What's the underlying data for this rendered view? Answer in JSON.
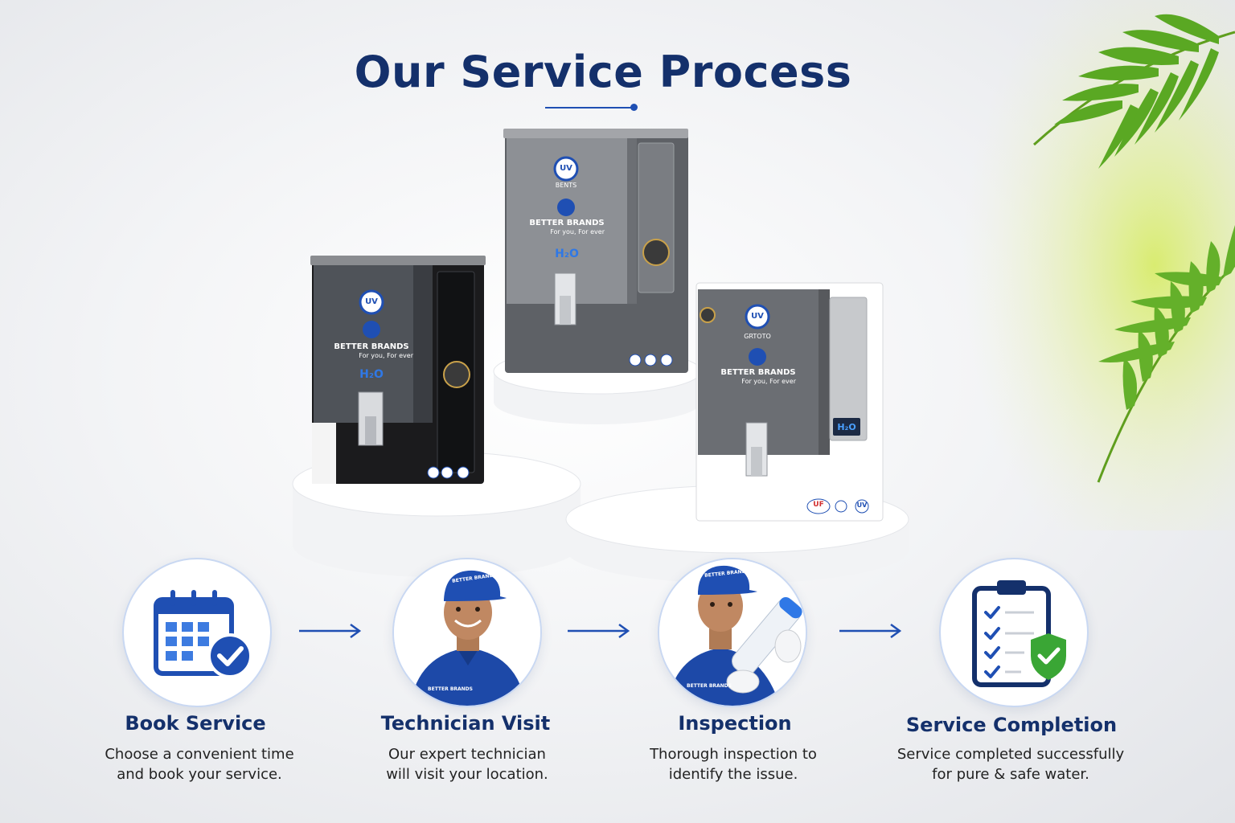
{
  "page": {
    "title": "Our Service Process"
  },
  "products": [
    {
      "variant": "black",
      "badge_top": "UV",
      "brand": "BETTER BRANDS",
      "tagline": "For you, For ever",
      "water_label": "H₂O"
    },
    {
      "variant": "grey",
      "badge_top": "UV",
      "badge_sub": "BENTS",
      "brand": "BETTER BRANDS",
      "tagline": "For you, For ever",
      "water_label": "H₂O"
    },
    {
      "variant": "white",
      "badge_top": "UV",
      "badge_sub": "GRTOTO",
      "brand": "BETTER BRANDS",
      "tagline": "For you, For ever",
      "water_label": "H₂O",
      "tech_badges": [
        "UF",
        "UV"
      ]
    }
  ],
  "steps": [
    {
      "icon": "calendar-check-icon",
      "title": "Book Service",
      "desc_line1": "Choose a convenient time",
      "desc_line2": "and book your service."
    },
    {
      "icon": "technician-photo",
      "cap_text": "BETTER BRANDS",
      "shirt_text": "BETTER BRANDS",
      "title": "Technician Visit",
      "desc_line1": "Our expert technician",
      "desc_line2": "will visit your location."
    },
    {
      "icon": "inspection-photo",
      "cap_text": "BETTER BRANDS",
      "shirt_text": "BETTER BRANDS",
      "title": "Inspection",
      "desc_line1": "Thorough inspection to",
      "desc_line2": "identify the issue."
    },
    {
      "icon": "checklist-shield-icon",
      "title": "Service Completion",
      "desc_line1": "Service completed successfully",
      "desc_line2": "for pure & safe water."
    }
  ],
  "colors": {
    "brand_navy": "#14306b",
    "accent_blue": "#1f4fb3",
    "check_green": "#3aa635"
  }
}
